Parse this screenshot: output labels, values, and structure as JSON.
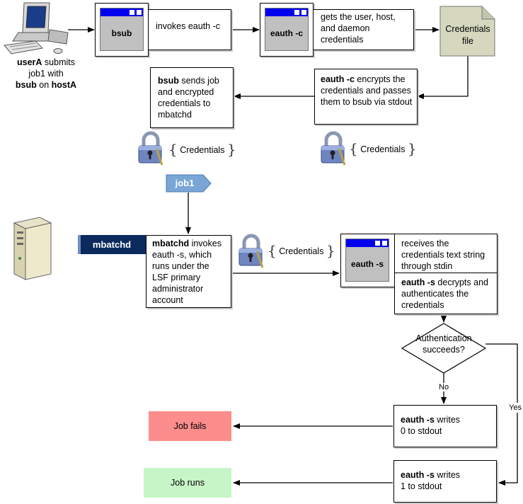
{
  "user": {
    "name": "userA",
    "line1_rest": " submits",
    "line2": "job1 with",
    "cmd": "bsub",
    "on": " on ",
    "host": "hostA"
  },
  "bsub_window": {
    "label": "bsub"
  },
  "invoke_box": {
    "text": "invokes eauth -c"
  },
  "eauth_c_window": {
    "label": "eauth -c"
  },
  "gets_box": {
    "text": "gets the user, host, and daemon credentials"
  },
  "credentials_file": {
    "line1": "Credentials",
    "line2": "file"
  },
  "eauth_c_encrypt": {
    "bold": "eauth -c",
    "rest": " encrypts the credentials and passes them to bsub via stdout"
  },
  "bsub_sends": {
    "bold": "bsub",
    "rest": " sends job and encrypted credentials to mbatchd"
  },
  "cred_label_1": "Credentials",
  "cred_label_2": "Credentials",
  "cred_label_3": "Credentials",
  "job_tag": "job1",
  "mbatchd_tag": "mbatchd",
  "mbatchd_box": {
    "bold": "mbatchd",
    "rest": " invokes eauth -s, which runs under the LSF primary administrator account"
  },
  "eauth_s_window": {
    "label": "eauth -s"
  },
  "receives_box": {
    "text": "receives the credentials text string through stdin"
  },
  "decrypts_box": {
    "bold": "eauth -s",
    "rest": " decrypts and authenticates the credentials"
  },
  "decision": {
    "line1": "Authentication",
    "line2": "succeeds?"
  },
  "label_no": "No",
  "label_yes": "Yes",
  "writes0": {
    "bold": "eauth -s",
    "rest1": " writes",
    "rest2": "0 to stdout"
  },
  "writes1": {
    "bold": "eauth -s",
    "rest1": " writes",
    "rest2": "1 to stdout"
  },
  "job_fails": "Job fails",
  "job_runs": "Job runs",
  "colors": {
    "window_titlebar": "#0000ee",
    "window_body": "#c0c0c0",
    "file_fill": "#d5d8bf",
    "job_tag": "#7aa6d6",
    "mbatchd_tag": "#0b2a5e",
    "job_fails_fill": "#fb8d8d",
    "job_runs_fill": "#c8f5c8"
  }
}
